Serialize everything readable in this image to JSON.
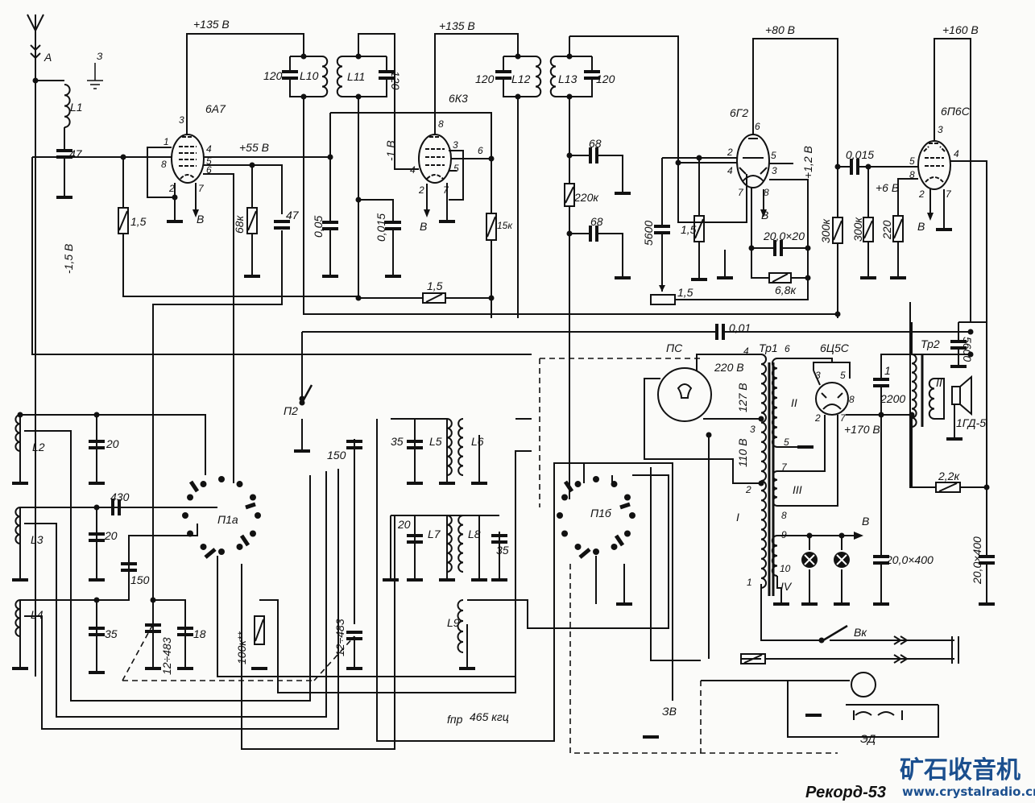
{
  "labels": {
    "antenna": "A",
    "ground_term": "З",
    "l1": "L1",
    "c_47a": "47",
    "v135a": "+135 В",
    "c_120_l10": "120",
    "l10": "L10",
    "l11": "L11",
    "c_120_l11": "120",
    "tube_6a7": "6А7",
    "v55": "+55 В",
    "r_15a": "1,5",
    "r_68k": "68к",
    "c_47b": "47",
    "v_neg15": "-1,5 В",
    "c_005": "0,05",
    "c_0015": "0,015",
    "v_neg1": "-1 В",
    "v135b": "+135 В",
    "c_120_l12": "120",
    "l12": "L12",
    "l13": "L13",
    "c_120_l13": "120",
    "tube_6k3": "6К3",
    "r_15k": "15к",
    "r_15b": "1,5",
    "c_68a": "68",
    "r_220k": "220к",
    "c_68b": "68",
    "v80": "+80 В",
    "tube_6g2": "6Г2",
    "v12": "+1,2 В",
    "c_5600a": "5600",
    "r_15c": "1,5",
    "c_20x20": "20,0×20",
    "r_68k_small": "6,8к",
    "pot_15": "1,5",
    "r_300k_a": "300к",
    "c_0015b": "0,015",
    "v6": "+6 В",
    "r_300k_b": "300к",
    "r_220": "220",
    "v160": "+160 В",
    "tube_6p6s": "6П6С",
    "c_001": "0,01",
    "c_5600b": "5600",
    "ps": "ПС",
    "tr1": "Тр1",
    "tr2": "Тр2",
    "v220": "220 В",
    "v127": "127 В",
    "v110": "110 В",
    "tube_6c5s": "6Ц5С",
    "w1": "I",
    "w2": "II",
    "w3": "III",
    "w4": "IV",
    "w5": "II",
    "c_1": "1",
    "c_2200": "2200",
    "v170": "+170 В",
    "speaker": "1ГД-5",
    "r_22k": "2,2к",
    "c_20x400a": "20,0×400",
    "c_20x400b": "20,0×400",
    "heater_b": "В",
    "sw_vk": "Вк",
    "ed": "ЭД",
    "zv": "ЗВ",
    "p2": "П2",
    "c_150a": "150",
    "l2": "L2",
    "c_20a": "20",
    "c_430": "430",
    "l3": "L3",
    "c_20b": "20",
    "c_150b": "150",
    "l4": "L4",
    "c_35a": "35",
    "c_12_483a": "12÷483",
    "c_18": "18",
    "r_100k": "100к**",
    "c_12_483b": "12÷483",
    "p1a": "П1а",
    "p1b": "П1б",
    "c_35b": "35",
    "l5": "L5",
    "l6": "L6",
    "c_20c": "20",
    "l7": "L7",
    "l8": "L8",
    "c_35c": "35",
    "l9": "L9",
    "fpr": "fпр",
    "fpr_val": "465 кгц",
    "heater_b1": "В",
    "heater_b2": "В",
    "heater_b3": "В",
    "heater_b4": "В"
  },
  "pins": {
    "t6a7": [
      "3",
      "1",
      "8",
      "4",
      "5",
      "6",
      "2",
      "7"
    ],
    "t6k3": [
      "8",
      "3",
      "6",
      "4",
      "5",
      "2",
      "7"
    ],
    "t6g2": [
      "6",
      "2",
      "5",
      "4",
      "3",
      "7",
      "8"
    ],
    "t6p6s": [
      "3",
      "5",
      "4",
      "8",
      "2",
      "7"
    ],
    "t6c5s": [
      "3",
      "5",
      "8",
      "2",
      "7"
    ],
    "tr1": [
      "4",
      "3",
      "2",
      "1",
      "6",
      "5",
      "7",
      "8",
      "9",
      "10"
    ]
  },
  "watermark": {
    "cn": "矿石收音机",
    "url": "www.crystalradio.cn",
    "title": "Рекорд-53"
  },
  "colors": {
    "ink": "#111111",
    "paper": "#fbfbf9",
    "watermark": "#1b4f8e"
  }
}
